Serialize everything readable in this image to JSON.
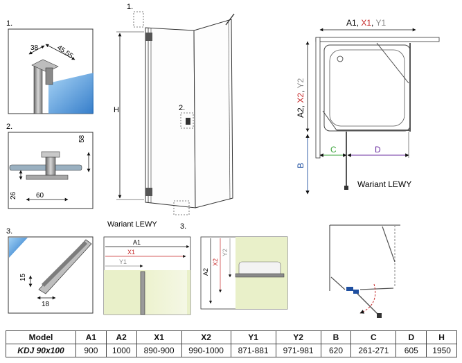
{
  "colors": {
    "red": "#c62828",
    "gray": "#8a8a8a",
    "blue": "#1f4fa0",
    "green": "#3aa33a",
    "purple": "#6b2fa0",
    "glass": "#3a8fd6",
    "wall": "#e9f0c9"
  },
  "details": {
    "d1": {
      "number": "1.",
      "dim_a": "38",
      "dim_b": "45.55"
    },
    "d2": {
      "number": "2.",
      "dim_height": "58",
      "dim_bottom": "26",
      "dim_width": "60"
    },
    "d3": {
      "number": "3.",
      "dim_height": "15",
      "dim_width": "18"
    }
  },
  "front_view": {
    "callout_1": "1.",
    "callout_2": "2.",
    "callout_3": "3.",
    "height_label": "H",
    "variant_label": "Wariant LEWY"
  },
  "top_view": {
    "top_label": {
      "a": "A1",
      "sep1": ", ",
      "x": "X1",
      "sep2": ", ",
      "y": "Y1"
    },
    "side_label": {
      "a": "A2",
      "sep1": ", ",
      "x": "X2",
      "sep2": ", ",
      "y": "Y2"
    },
    "c_label": "C",
    "d_label": "D",
    "b_label": "B",
    "variant_label": "Wariant LEWY"
  },
  "measure_views": {
    "front": {
      "a": "A1",
      "x": "X1",
      "y": "Y1"
    },
    "side": {
      "a": "A2",
      "x": "X2",
      "y": "Y2"
    }
  },
  "table": {
    "headers": [
      "Model",
      "A1",
      "A2",
      "X1",
      "X2",
      "Y1",
      "Y2",
      "B",
      "C",
      "D",
      "H"
    ],
    "row": [
      "KDJ 90x100",
      "900",
      "1000",
      "890-900",
      "990-1000",
      "871-881",
      "971-981",
      "620",
      "261-271",
      "605",
      "1950"
    ]
  }
}
